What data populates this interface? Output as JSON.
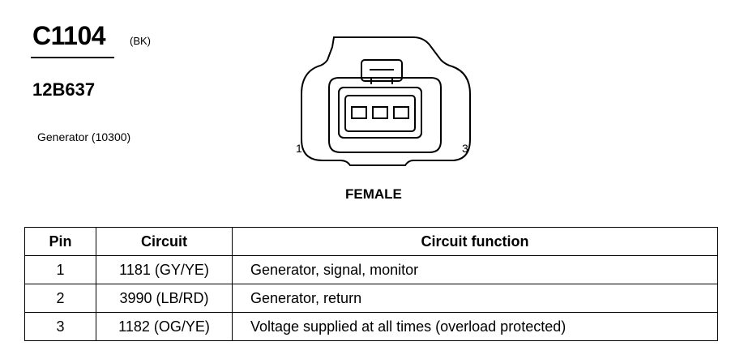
{
  "connector": {
    "id": "C1104",
    "color": "(BK)",
    "part_number": "12B637",
    "component": "Generator (10300)",
    "pin_left": "1",
    "pin_right": "3",
    "gender": "FEMALE"
  },
  "table": {
    "headers": {
      "pin": "Pin",
      "circuit": "Circuit",
      "function": "Circuit function"
    },
    "rows": [
      {
        "pin": "1",
        "circuit": "1181 (GY/YE)",
        "function": "Generator, signal, monitor"
      },
      {
        "pin": "2",
        "circuit": "3990 (LB/RD)",
        "function": "Generator, return"
      },
      {
        "pin": "3",
        "circuit": "1182 (OG/YE)",
        "function": "Voltage supplied at all times (overload protected)"
      }
    ]
  }
}
